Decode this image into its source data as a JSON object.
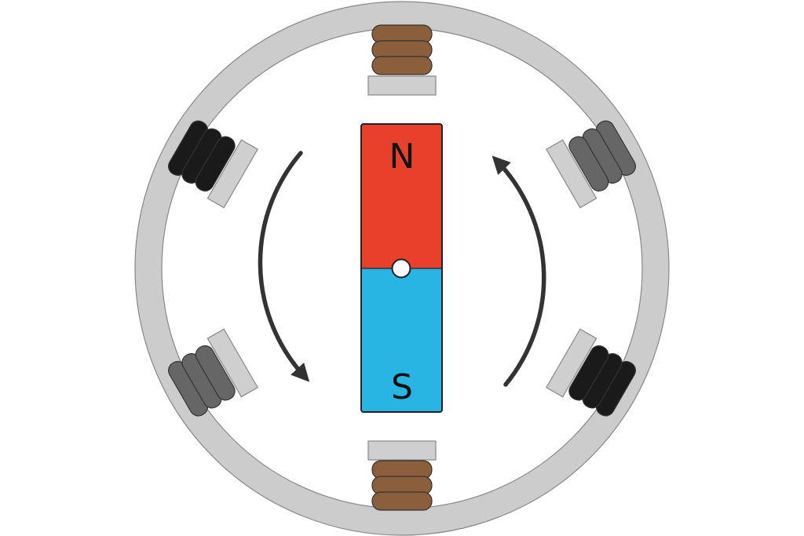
{
  "magnet": {
    "north_label": "N",
    "south_label": "S",
    "north_color": "#e8412b",
    "south_color": "#29b5e3"
  },
  "colors": {
    "stator_ring": "#cccccc",
    "pole_shoe": "#cfcfcf",
    "coil_pair_vertical": "#8b5e3c",
    "coil_pair_diag_a": "#1a1a1a",
    "coil_pair_diag_b": "#666666",
    "arrow": "#333333",
    "outline": "#333333"
  },
  "rotation_arrows": [
    {
      "side": "left",
      "direction": "counterclockwise-down"
    },
    {
      "side": "right",
      "direction": "counterclockwise-up"
    }
  ]
}
